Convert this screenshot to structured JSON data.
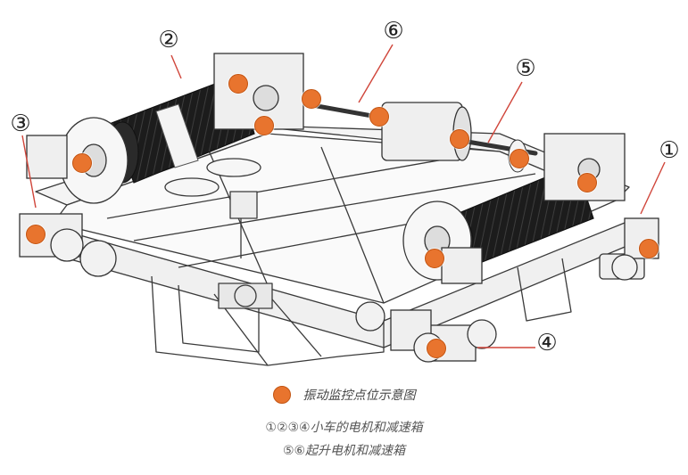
{
  "callouts": {
    "c1": "①",
    "c2": "②",
    "c3": "③",
    "c4": "④",
    "c5": "⑤",
    "c6": "⑥"
  },
  "legend": {
    "title": "振动监控点位示意图",
    "line1": "①②③④小车的电机和减速箱",
    "line2": "⑤⑥起升电机和减速箱"
  },
  "colors": {
    "point": "#e8742e",
    "line": "#3a3a3a",
    "drum": "#1e1e1e",
    "callout_line": "#d0453a"
  }
}
